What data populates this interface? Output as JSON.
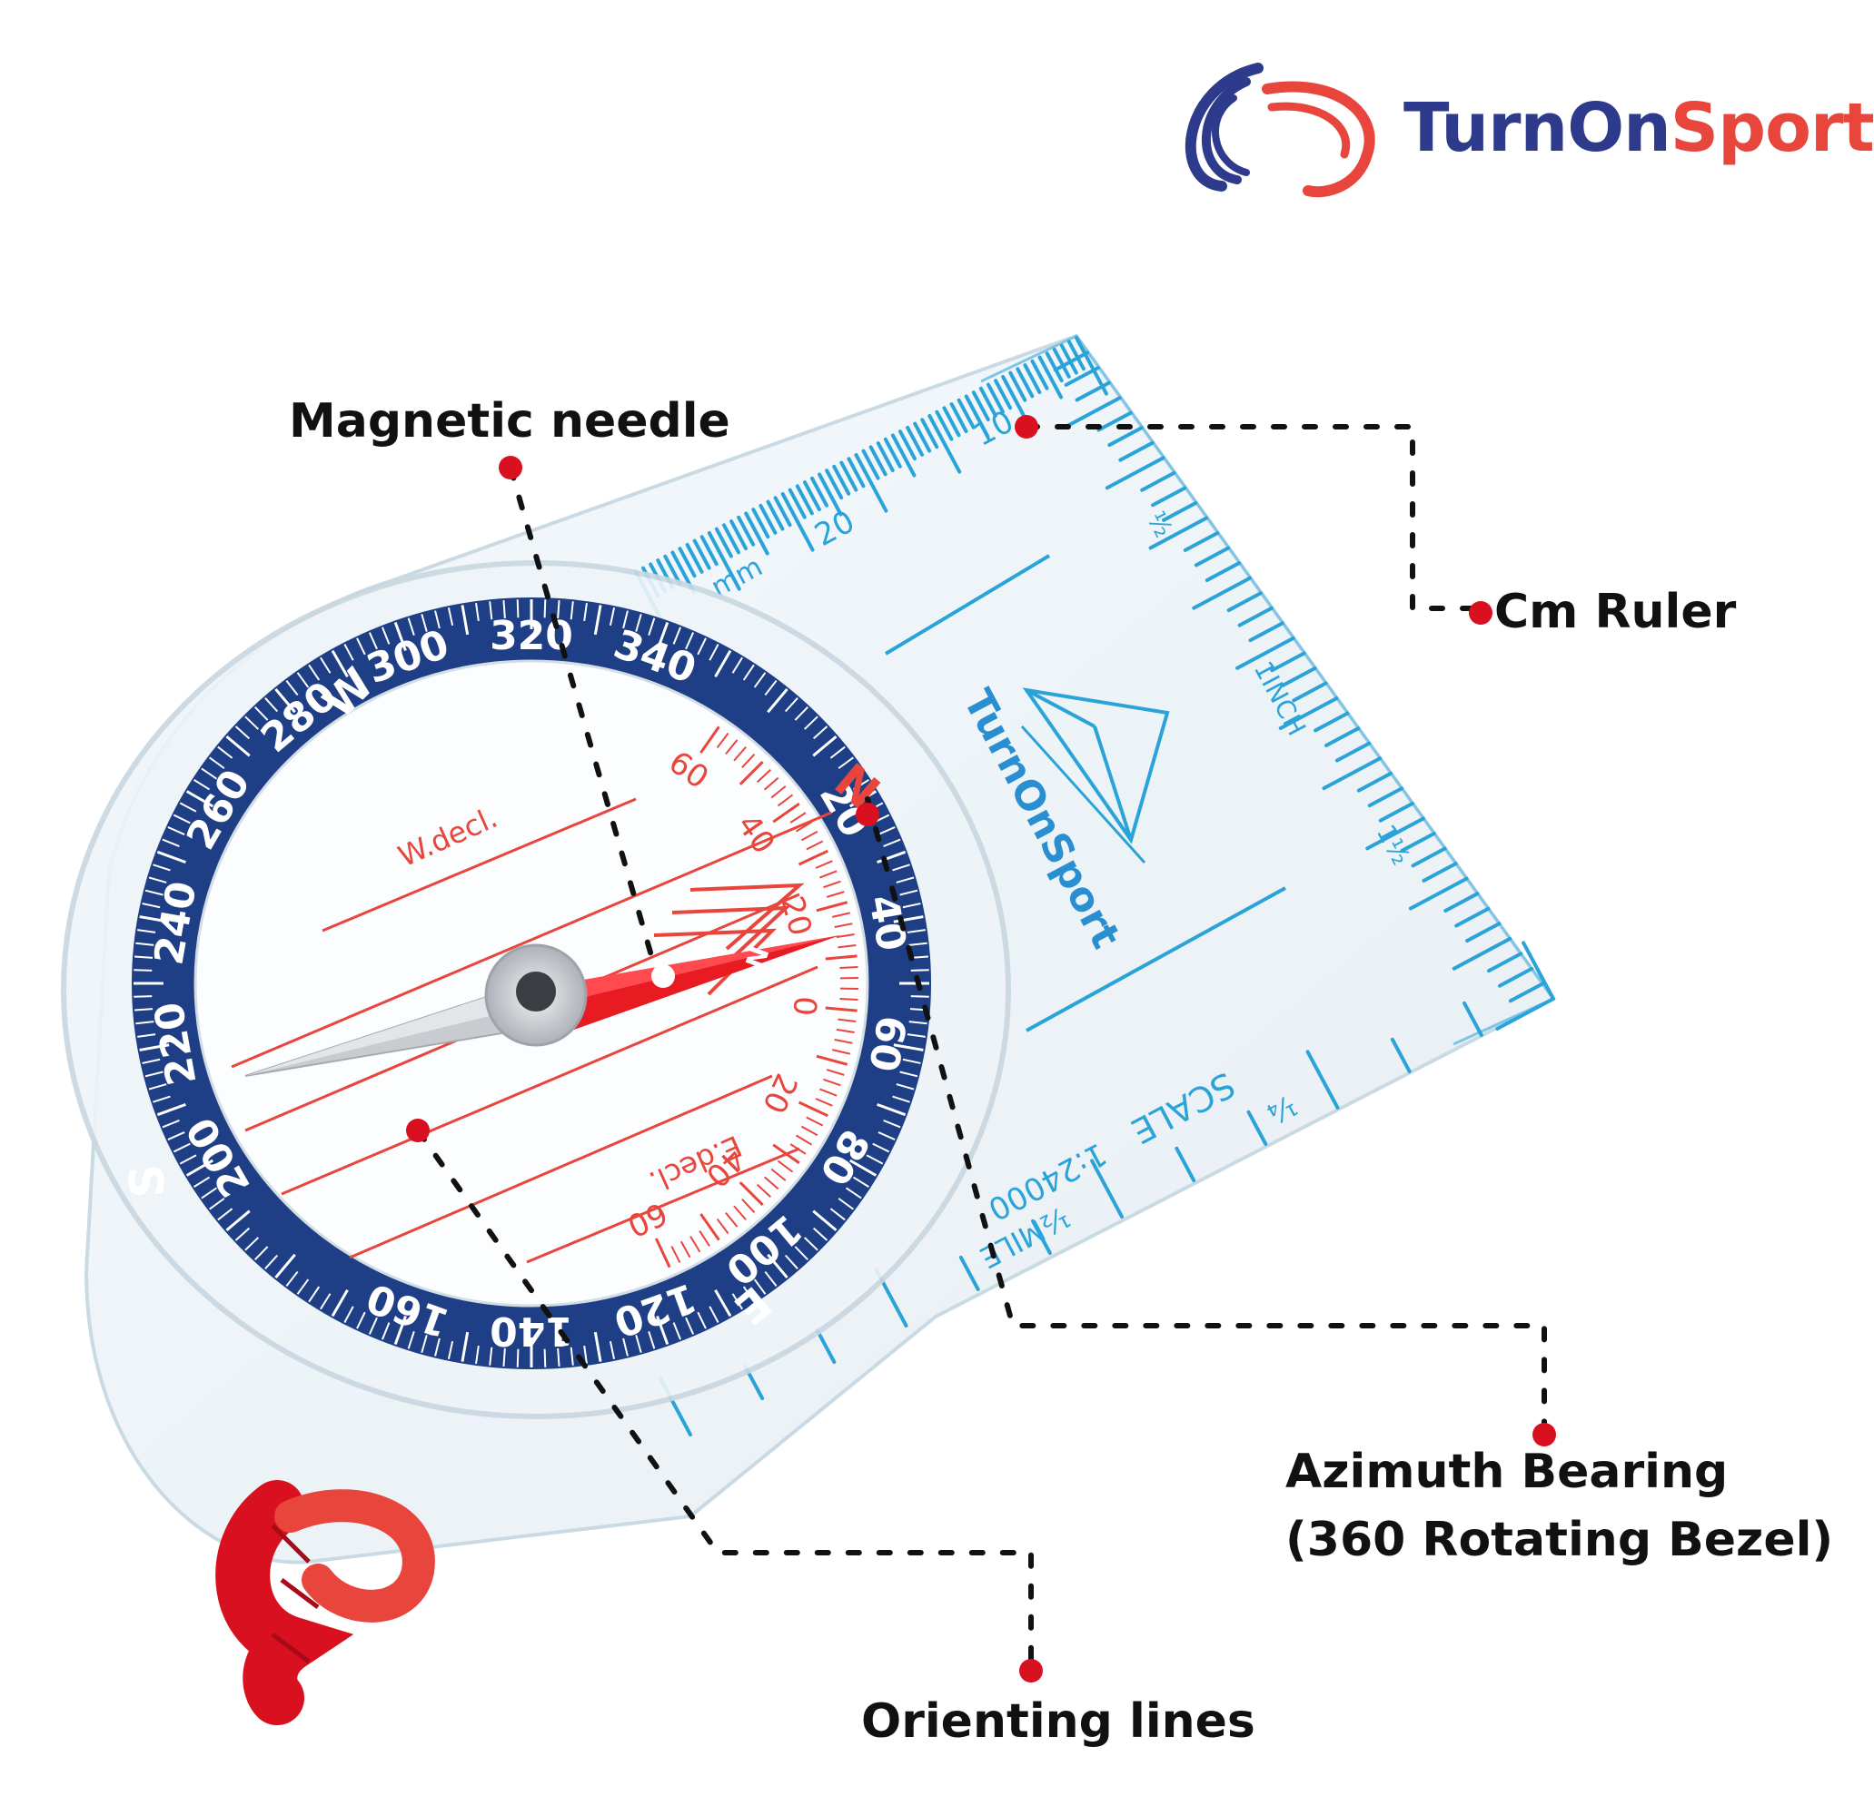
{
  "brand": {
    "name_part1": "TurnOn",
    "name_part2": "Sport",
    "colors": {
      "navy": "#2e3a8c",
      "red": "#e8453c"
    }
  },
  "callouts": {
    "magnetic_needle": "Magnetic needle",
    "cm_ruler": "Cm Ruler",
    "azimuth_line1": "Azimuth Bearing",
    "azimuth_line2": "(360 Rotating Bezel)",
    "orienting_lines": "Orienting lines"
  },
  "compass": {
    "bezel_numbers": [
      "20",
      "40",
      "60",
      "80",
      "100",
      "120",
      "140",
      "160",
      "200",
      "220",
      "240",
      "260",
      "280",
      "300",
      "320",
      "340"
    ],
    "cardinals": {
      "north": "N",
      "east": "E",
      "south": "S",
      "west": "W"
    },
    "declination": {
      "west_label": "W.decl.",
      "east_label": "E.decl.",
      "marks": [
        "60",
        "40",
        "20",
        "0",
        "20",
        "40",
        "60"
      ]
    },
    "baseplate": {
      "brand": "TurnOnSport",
      "mm_numbers": [
        "10",
        "20"
      ],
      "mm_unit": "mm",
      "inch_label": "1INCH",
      "inch_marks": [
        "½",
        "1½"
      ],
      "scale_label": "SCALE",
      "scale_ratio": "1:24000",
      "mile_label": "½MILE",
      "mile_mark": "¼"
    },
    "colors": {
      "bezel": "#1e3f85",
      "needle_red": "#e81b22",
      "needle_silver": "#c9cbd0",
      "ruler_cyan": "#2aa4d8",
      "dot_red": "#d8101f"
    }
  }
}
